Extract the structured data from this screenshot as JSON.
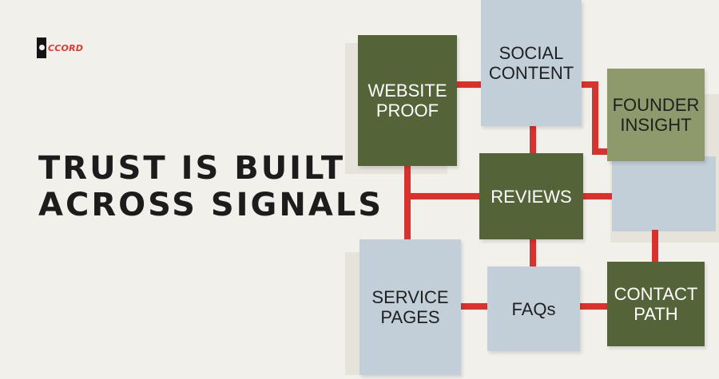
{
  "brand": {
    "logo_text": "CCORD",
    "logo_mark": "a-letter-block-icon",
    "accent_color": "#e03a2f"
  },
  "headline": {
    "line1": "TRUST IS BUILT",
    "line2": "ACROSS SIGNALS"
  },
  "colors": {
    "background": "#f2f0eb",
    "dark_green": "#556338",
    "light_green": "#8e9a6b",
    "light_blue": "#c2cfd9",
    "connector_red": "#d8322c"
  },
  "diagram": {
    "nodes": [
      {
        "id": "website-proof",
        "label": "WEBSITE\nPROOF",
        "style": "dark-green"
      },
      {
        "id": "social-content",
        "label": "SOCIAL\nCONTENT",
        "style": "light-blue"
      },
      {
        "id": "founder-insight",
        "label": "FOUNDER\nINSIGHT",
        "style": "light-green"
      },
      {
        "id": "reviews",
        "label": "REVIEWS",
        "style": "dark-green"
      },
      {
        "id": "service-pages",
        "label": "SERVICE\nPAGES",
        "style": "light-blue"
      },
      {
        "id": "faqs",
        "label": "FAQs",
        "style": "light-blue"
      },
      {
        "id": "contact-path",
        "label": "CONTACT\nPATH",
        "style": "dark-green"
      }
    ],
    "edges": [
      {
        "from": "website-proof",
        "to": "social-content"
      },
      {
        "from": "social-content",
        "to": "founder-insight"
      },
      {
        "from": "social-content",
        "to": "reviews"
      },
      {
        "from": "website-proof",
        "to": "reviews"
      },
      {
        "from": "website-proof",
        "to": "service-pages"
      },
      {
        "from": "reviews",
        "to": "faqs"
      },
      {
        "from": "service-pages",
        "to": "faqs"
      },
      {
        "from": "faqs",
        "to": "contact-path"
      },
      {
        "from": "reviews",
        "to": "contact-path"
      }
    ]
  }
}
